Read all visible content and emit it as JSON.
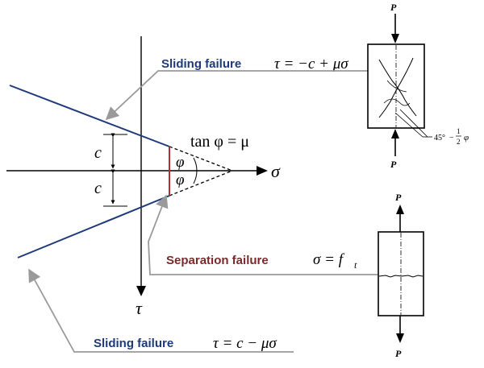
{
  "labels": {
    "sliding_failure_top": "Sliding failure",
    "sliding_failure_bottom": "Sliding failure",
    "separation_failure": "Separation failure"
  },
  "equations": {
    "sliding_top_lhs": "τ = −c + μσ",
    "sliding_bottom_lhs": "τ = c − μσ",
    "separation": "σ = f",
    "separation_sub": "t",
    "tan_relation": "tan φ = μ"
  },
  "axes": {
    "sigma": "σ",
    "tau": "τ"
  },
  "symbols": {
    "c_upper": "c",
    "c_lower": "c",
    "phi_upper": "φ",
    "phi_lower": "φ"
  },
  "specimen_top": {
    "load_top": "P",
    "load_bottom": "P",
    "angle_label_prefix": "45°",
    "angle_frac_num": "1",
    "angle_frac_den": "2",
    "angle_phi": "φ"
  },
  "specimen_bottom": {
    "load_top": "P",
    "load_bottom": "P"
  },
  "colors": {
    "envelope_line": "#1f3a7a",
    "sliding_text": "#1f3a7a",
    "separation_text": "#7a2a2a",
    "separation_bar": "#b03030",
    "leader": "#9a9a9a"
  }
}
